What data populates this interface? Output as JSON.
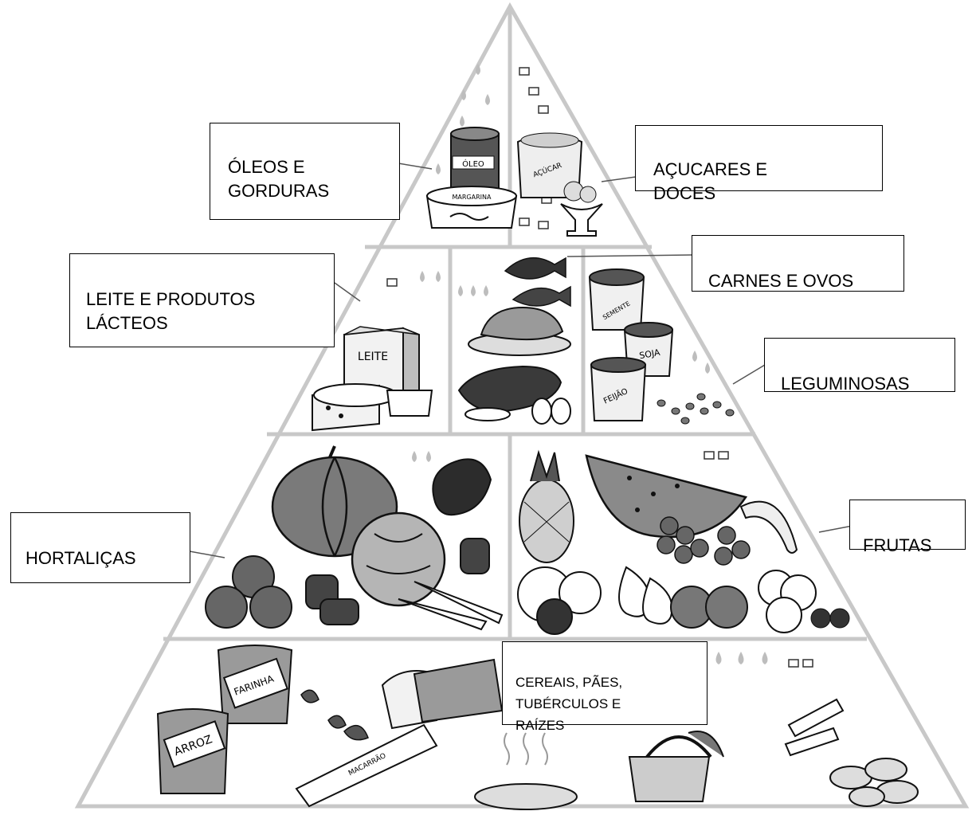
{
  "labels": {
    "oleos": "ÓLEOS E\nGORDURAS",
    "acucares": "AÇUCARES E\nDOCES",
    "leite": "LEITE E PRODUTOS\nLÁCTEOS",
    "carnes": "CARNES E OVOS",
    "leguminosas": "LEGUMINOSAS",
    "hortalicas": "HORTALIÇAS",
    "frutas": "FRUTAS",
    "cereais": "CEREAIS, PÃES,\nTUBÉRCULOS E\nRAÍZES"
  },
  "packages": {
    "oleo": "ÓLEO",
    "margarina": "MARGARINA",
    "acucar": "AÇÚCAR",
    "leite": "LEITE",
    "soja": "SOJA",
    "feijao": "FEIJÃO",
    "semente": "SEMENTE",
    "farinha": "FARINHA",
    "arroz": "ARROZ",
    "macarrao": "MACARRÃO"
  },
  "colors": {
    "outline": "#c8c8c8",
    "ink": "#111111",
    "dark_fill": "#3a3a3a",
    "mid_fill": "#8a8a8a",
    "light_fill": "#d9d9d9"
  }
}
